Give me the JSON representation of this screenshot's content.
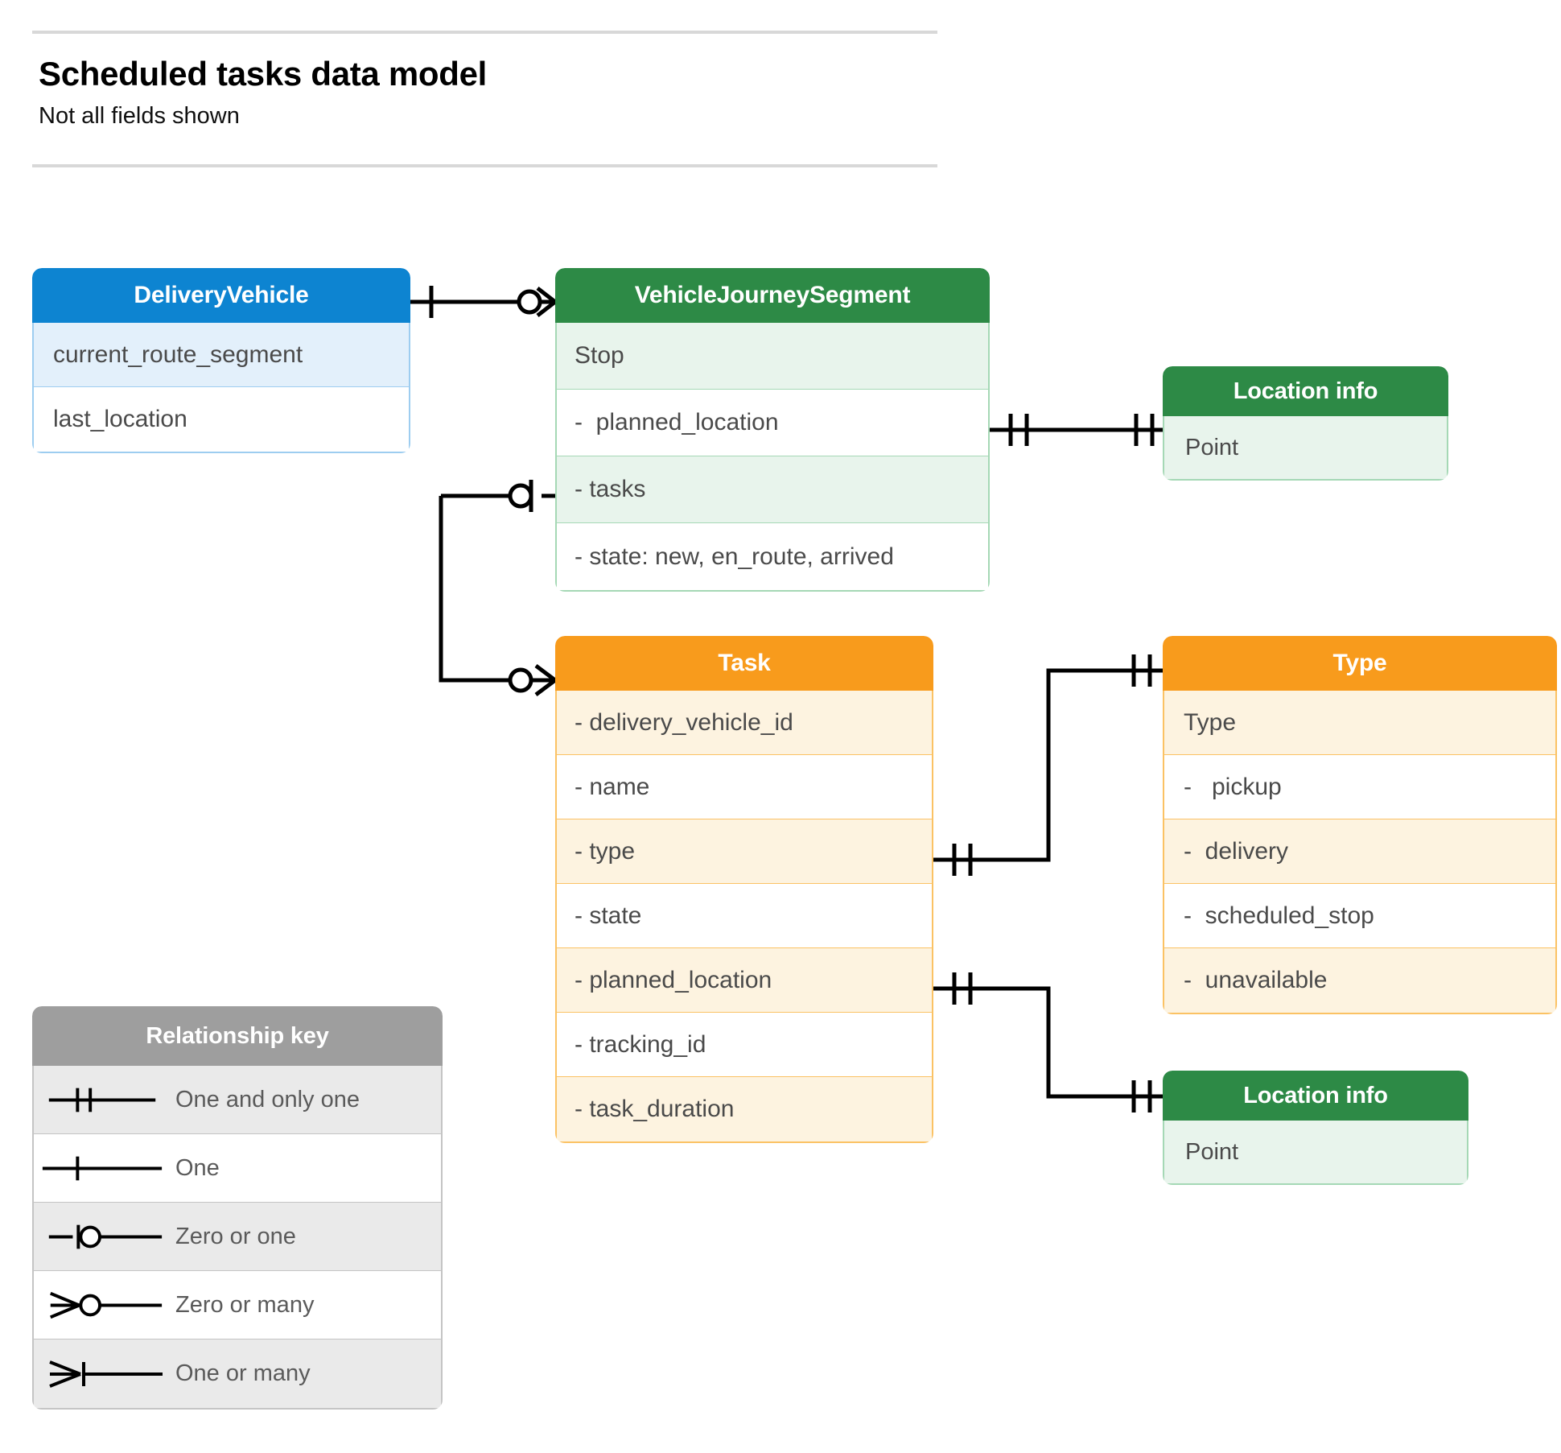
{
  "header": {
    "title": "Scheduled tasks data model",
    "subtitle": "Not all fields shown"
  },
  "colors": {
    "blue_header": "#0d84d1",
    "blue_border": "#9dcdf0",
    "blue_shade": "#e3f0fb",
    "green_header": "#2d8a46",
    "green_border": "#a5d8b5",
    "green_shade": "#e8f4ec",
    "orange_header": "#f89b1c",
    "orange_border": "#fbc264",
    "orange_shade": "#fdf3e0",
    "gray_header": "#9e9e9e",
    "gray_border": "#c4c4c4",
    "gray_shade": "#eaeaea",
    "connector": "#000000",
    "rule": "#d8d8d8",
    "row_text": "#4a4a4a"
  },
  "entities": {
    "delivery_vehicle": {
      "title": "DeliveryVehicle",
      "rows": [
        "current_route_segment",
        "last_location"
      ]
    },
    "vehicle_journey_segment": {
      "title": "VehicleJourneySegment",
      "rows": [
        "Stop",
        "-  planned_location",
        "- tasks",
        "- state: new, en_route, arrived"
      ]
    },
    "location_info_top": {
      "title": "Location info",
      "rows": [
        "Point"
      ]
    },
    "task": {
      "title": "Task",
      "rows": [
        "- delivery_vehicle_id",
        "- name",
        "- type",
        "- state",
        "- planned_location",
        "- tracking_id",
        "- task_duration"
      ]
    },
    "type": {
      "title": "Type",
      "rows": [
        "Type",
        "-   pickup",
        "-  delivery",
        "-  scheduled_stop",
        "-  unavailable"
      ]
    },
    "location_info_bottom": {
      "title": "Location info",
      "rows": [
        "Point"
      ]
    }
  },
  "legend": {
    "title": "Relationship key",
    "items": [
      {
        "symbol": "one-and-only-one",
        "label": "One and only one"
      },
      {
        "symbol": "one",
        "label": "One"
      },
      {
        "symbol": "zero-or-one",
        "label": "Zero or one"
      },
      {
        "symbol": "zero-or-many",
        "label": "Zero or many"
      },
      {
        "symbol": "one-or-many",
        "label": "One or many"
      }
    ]
  },
  "relationships": [
    {
      "name": "deliveryvehicle-to-vehiclejourneysegment",
      "from": "DeliveryVehicle",
      "to": "VehicleJourneySegment",
      "from_cardinality": "One",
      "to_cardinality": "Zero or many"
    },
    {
      "name": "vehiclejourneysegment-tasks-to-task",
      "from": "VehicleJourneySegment.tasks",
      "to": "Task",
      "from_cardinality": "Zero or one",
      "to_cardinality": "Zero or many"
    },
    {
      "name": "vehiclejourneysegment-plannedlocation-to-locationinfo",
      "from": "VehicleJourneySegment.planned_location",
      "to": "Location info",
      "from_cardinality": "One and only one",
      "to_cardinality": "One and only one"
    },
    {
      "name": "task-type-to-type",
      "from": "Task.type",
      "to": "Type",
      "from_cardinality": "One and only one",
      "to_cardinality": "One and only one"
    },
    {
      "name": "task-plannedlocation-to-locationinfo",
      "from": "Task.planned_location",
      "to": "Location info",
      "from_cardinality": "One and only one",
      "to_cardinality": "One and only one"
    }
  ]
}
